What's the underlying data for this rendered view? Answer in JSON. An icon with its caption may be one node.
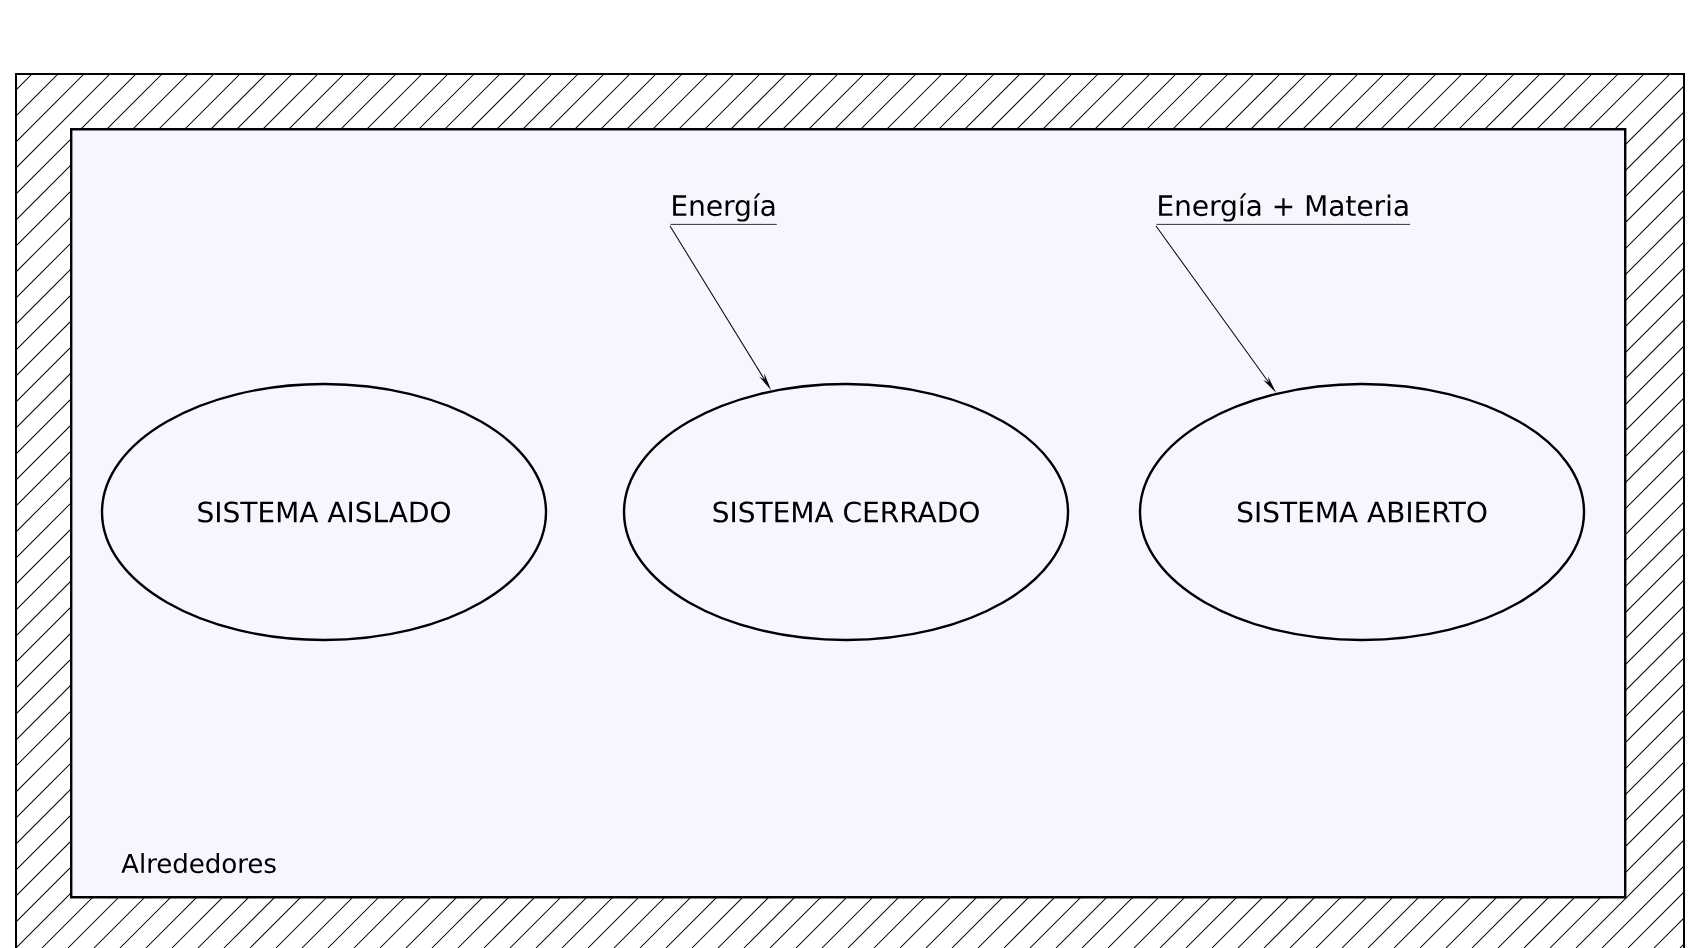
{
  "diagram": {
    "nodes": [
      {
        "text": [
          "Alrededores"
        ]
      },
      {
        "text": [
          "SISTEMA AISLADO"
        ],
        "in": 0
      },
      {
        "text": [
          "SISTEMA CERRADO"
        ],
        "in": 0
      },
      {
        "text": [
          "SISTEMA ABIERTO"
        ],
        "in": 0
      },
      {
        "text": [
          "Energía"
        ],
        "in": 0
      },
      {
        "text": [
          "Energía + Materia"
        ],
        "in": 0
      }
    ],
    "edges": [
      {
        "from": 4,
        "to": 2,
        "arrow": "to"
      },
      {
        "from": 5,
        "to": 3,
        "arrow": "to"
      }
    ]
  }
}
